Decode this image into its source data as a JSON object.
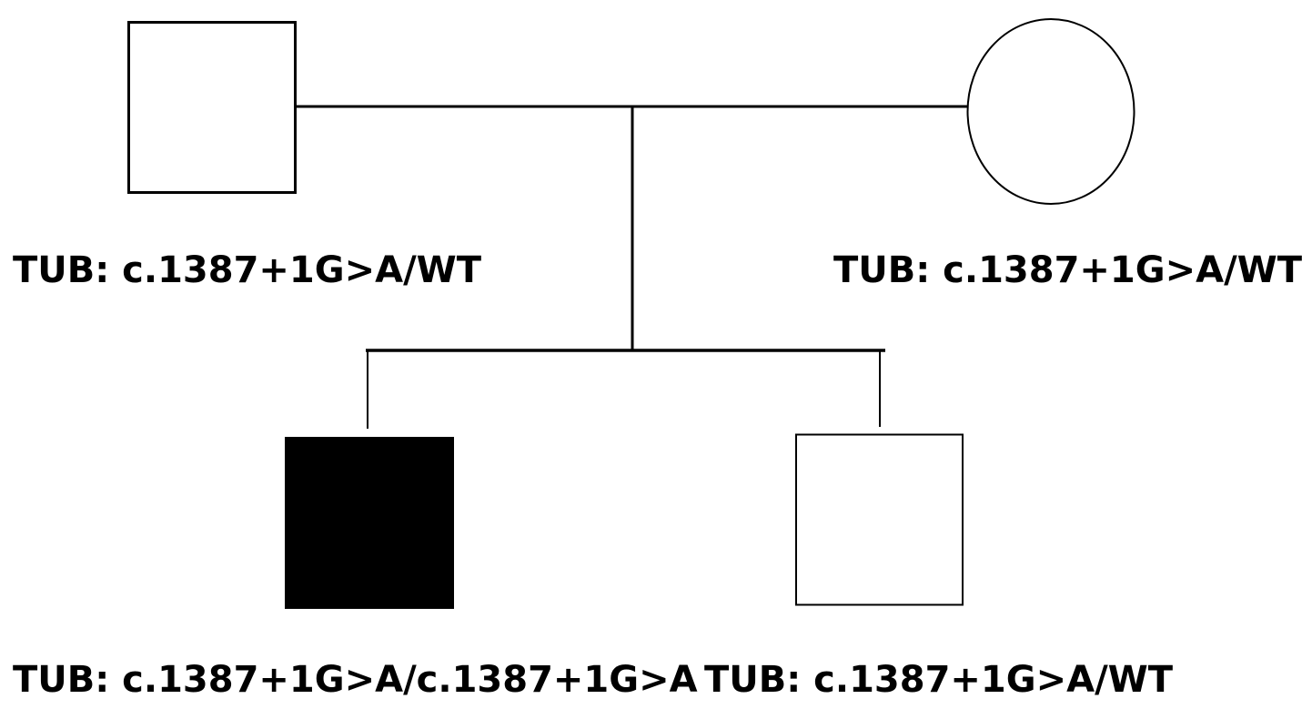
{
  "colors": {
    "line": "#000000",
    "affected_fill": "#000000",
    "unaffected_fill": "#ffffff",
    "text": "#000000"
  },
  "individuals": [
    {
      "role": "father",
      "sex": "male",
      "affected": false,
      "genotype": "TUB: c.1387+1G>A/WT"
    },
    {
      "role": "mother",
      "sex": "female",
      "affected": false,
      "genotype": "TUB: c.1387+1G>A/WT"
    },
    {
      "role": "child-1",
      "sex": "male",
      "affected": true,
      "genotype": "TUB: c.1387+1G>A/c.1387+1G>A"
    },
    {
      "role": "child-2",
      "sex": "male",
      "affected": false,
      "genotype": "TUB: c.1387+1G>A/WT"
    }
  ]
}
